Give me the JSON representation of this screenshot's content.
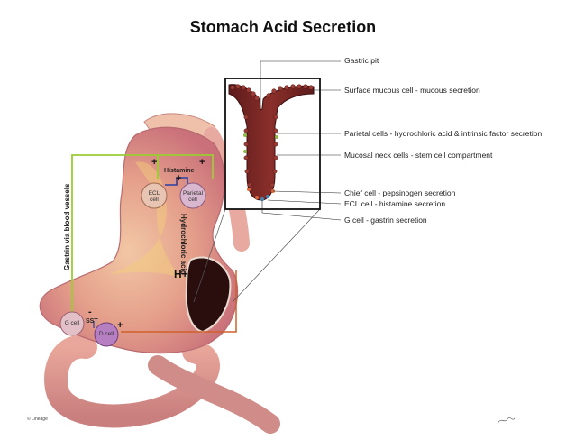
{
  "title": "Stomach Acid Secretion",
  "labels": {
    "gastric_pit": "Gastric pit",
    "surface_mucous": "Surface mucous cell - mucous secretion",
    "parietal": "Parietal cells - hydrochloric acid & intrinsic factor secretion",
    "mucosal_neck": "Mucosal neck cells - stem cell compartment",
    "chief": "Chief cell - pepsinogen secretion",
    "ecl": "ECL cell - histamine secretion",
    "g_cell": "G cell - gastrin secretion"
  },
  "cells": {
    "ecl": "ECL cell",
    "parietal": "Parietal cell",
    "g": "G cell",
    "d": "D cell"
  },
  "annotations": {
    "gastrin_path": "Gastrin via blood vessels",
    "histamine": "Histamine",
    "hcl": "Hydrochloric acid",
    "hplus": "H+",
    "sst": "SST",
    "plus": "+",
    "minus": "-",
    "copyright": "© Lineage"
  },
  "colors": {
    "gastrin_line": "#9acd32",
    "histamine_line": "#2b3fa6",
    "signal_line": "#d0602a",
    "stomach": "#e3a08c",
    "ecl_cell": "#e8c4b2",
    "parietal_cell": "#d9b8cf",
    "g_cell": "#e3c0c8",
    "d_cell": "#b57fc2"
  }
}
